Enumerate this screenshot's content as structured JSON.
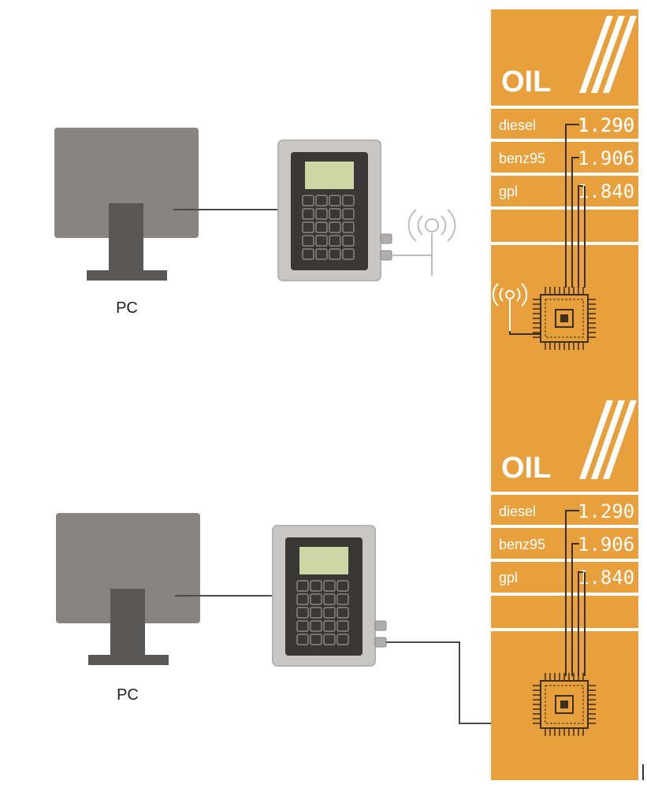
{
  "top_setup": {
    "pc_label": "PC",
    "sign": {
      "brand": "OIL",
      "prices": [
        {
          "fuel": "diesel",
          "price": "1.290"
        },
        {
          "fuel": "benz95",
          "price": "1.906"
        },
        {
          "fuel": "gpl",
          "price": "1.840"
        }
      ],
      "wireless": true
    },
    "controller_antenna": true
  },
  "bottom_setup": {
    "pc_label": "PC",
    "sign": {
      "brand": "OIL",
      "prices": [
        {
          "fuel": "diesel",
          "price": "1.290"
        },
        {
          "fuel": "benz95",
          "price": "1.906"
        },
        {
          "fuel": "gpl",
          "price": "1.840"
        }
      ],
      "wireless": false
    },
    "controller_antenna": false
  },
  "colors": {
    "sign_orange": "#e8a03c",
    "sign_stripe": "#ffffff",
    "monitor": "#878482",
    "monitor_stand": "#5a5856",
    "controller_body": "#c9c7c5",
    "keypad": "#3a3837",
    "lcd": "#cfd6a6",
    "wire": "#4a4a4a",
    "chip": "#e8a03c",
    "chip_outline": "#3b2e1a"
  }
}
